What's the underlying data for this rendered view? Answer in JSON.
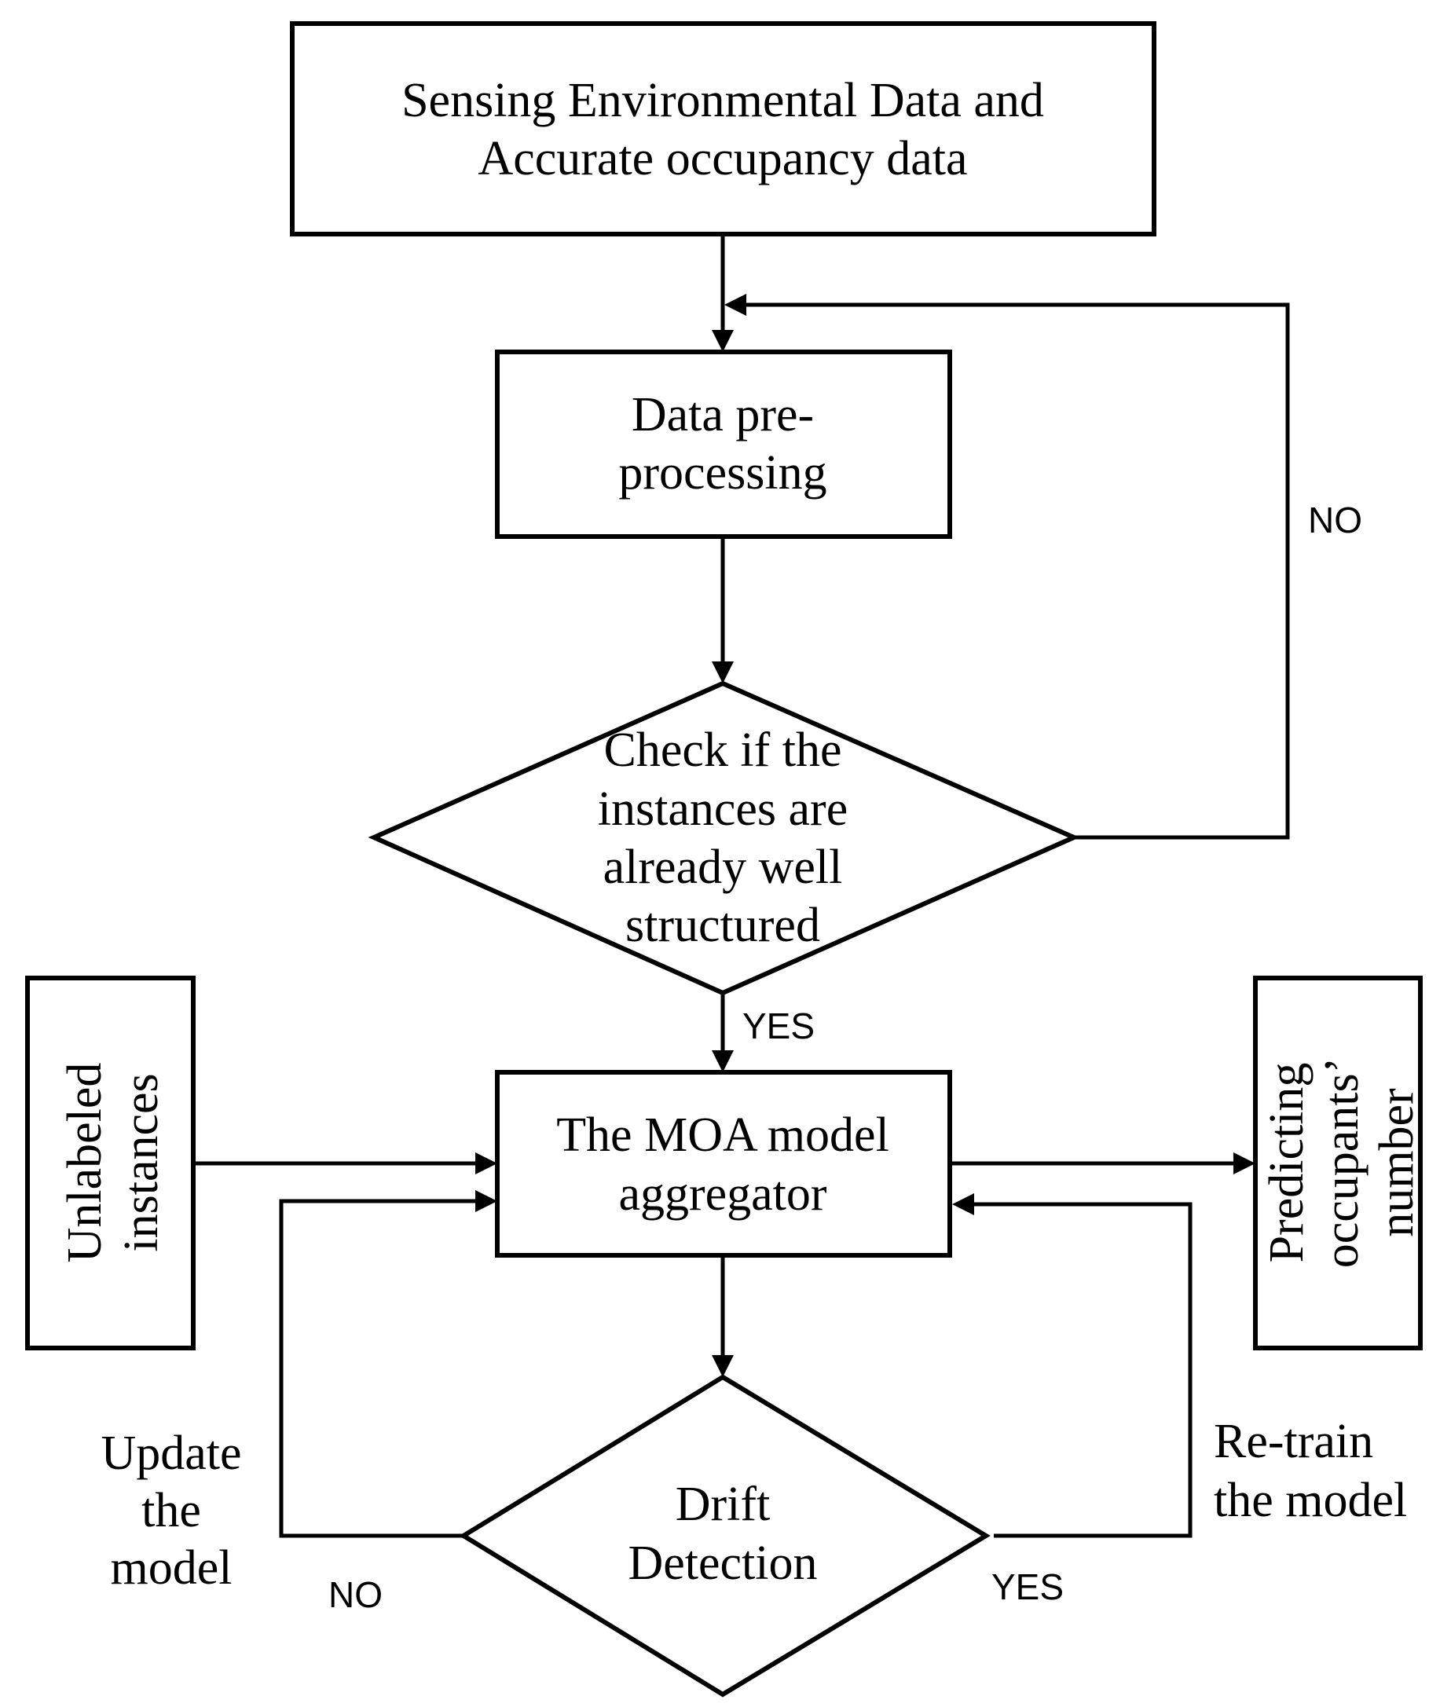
{
  "nodes": {
    "sensing": {
      "line1": "Sensing Environmental Data and",
      "line2": "Accurate occupancy data"
    },
    "preprocessing": {
      "line1": "Data pre-",
      "line2": "processing"
    },
    "check": {
      "line1": "Check if the",
      "line2": "instances are",
      "line3": "already well",
      "line4": "structured"
    },
    "unlabeled": {
      "line1": "Unlabeled",
      "line2": "instances"
    },
    "aggregator": {
      "line1": "The MOA model",
      "line2": "aggregator"
    },
    "predicting": {
      "line1": "Predicting",
      "line2": "occupants’",
      "line3": "number"
    },
    "drift": {
      "line1": "Drift",
      "line2": "Detection"
    }
  },
  "edge_labels": {
    "check_no": "NO",
    "check_yes": "YES",
    "update": {
      "line1": "Update",
      "line2": "the",
      "line3": "model"
    },
    "drift_no": "NO",
    "retrain": {
      "line1": "Re-train",
      "line2": "the model"
    },
    "drift_yes": "YES"
  }
}
